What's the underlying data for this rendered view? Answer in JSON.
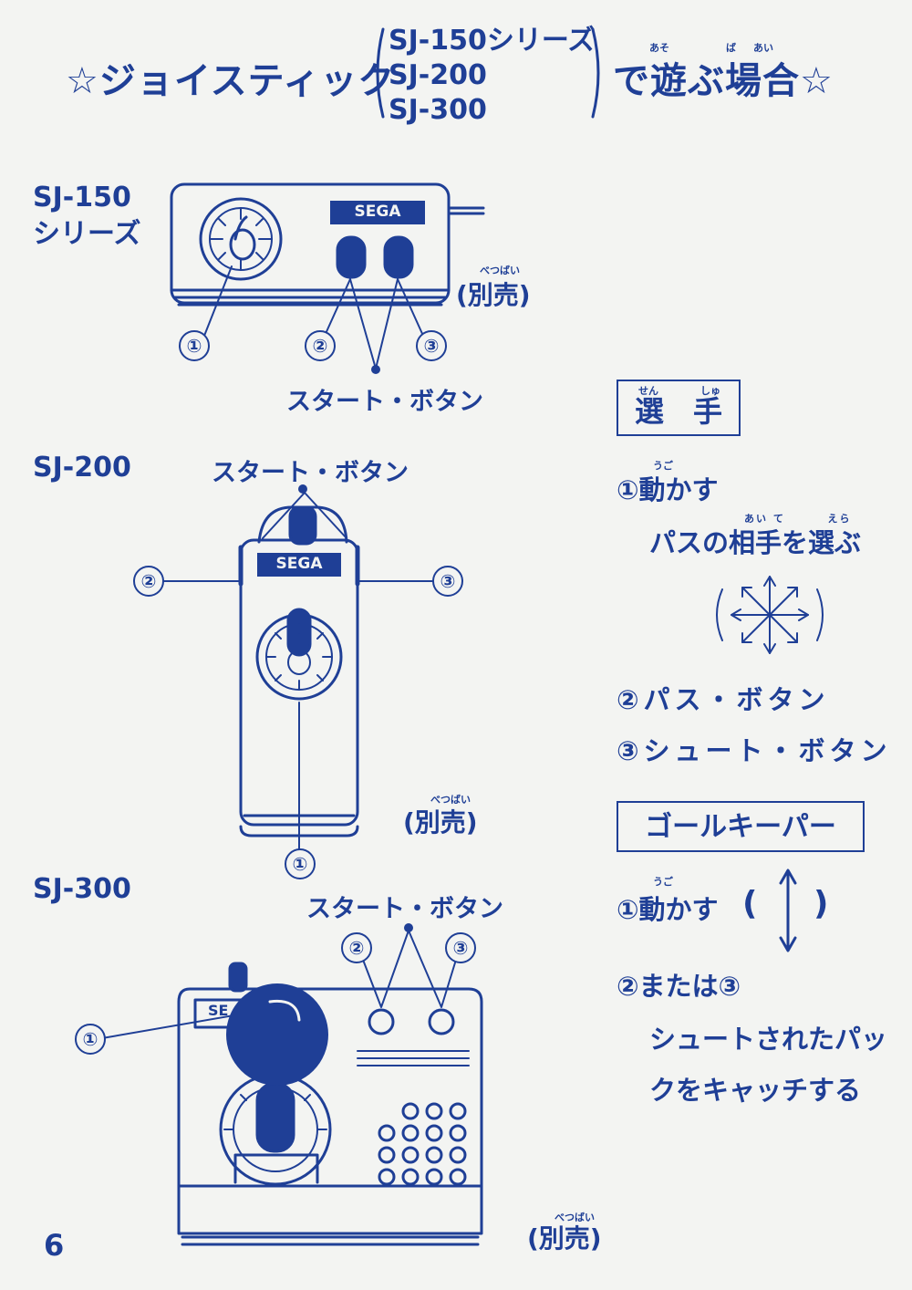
{
  "title": {
    "prefix": "☆ジョイスティック",
    "models": [
      "SJ-150シリーズ",
      "SJ-200",
      "SJ-300"
    ],
    "suffix": "で遊ぶ場合☆",
    "ruby": [
      "あそ",
      "ば",
      "あい"
    ]
  },
  "sj150": {
    "label_line1": "SJ-150",
    "label_line2": "シリーズ",
    "brand": "SEGA",
    "separate_sale": "(別売)",
    "separate_sale_ruby": "べつばい",
    "callouts": [
      "①",
      "②",
      "③"
    ],
    "start_button": "スタート・ボタン"
  },
  "sj200": {
    "label": "SJ-200",
    "brand": "SEGA",
    "separate_sale": "(別売)",
    "separate_sale_ruby": "べつばい",
    "callouts": [
      "①",
      "②",
      "③"
    ],
    "start_button": "スタート・ボタン"
  },
  "sj300": {
    "label": "SJ-300",
    "brand": "SE",
    "separate_sale": "(別売)",
    "separate_sale_ruby": "べつばい",
    "callouts": [
      "①",
      "②",
      "③"
    ],
    "start_button": "スタート・ボタン"
  },
  "player": {
    "heading": "選　手",
    "heading_ruby": [
      "せん",
      "しゅ"
    ],
    "step1": "①動かす",
    "step1_ruby": "うご",
    "step1_desc": "パスの相手を選ぶ",
    "step1_desc_ruby": [
      "あい",
      "て",
      "えら"
    ],
    "step2": "②パス・ボタン",
    "step3": "③シュート・ボタン"
  },
  "goalkeeper": {
    "heading": "ゴールキーパー",
    "step1": "①動かす",
    "step1_ruby": "うご",
    "step1_open": "(",
    "step1_close": ")",
    "step2": "②または③",
    "desc_line1": "シュートされたパッ",
    "desc_line2": "クをキャッチする"
  },
  "page_number": "6"
}
